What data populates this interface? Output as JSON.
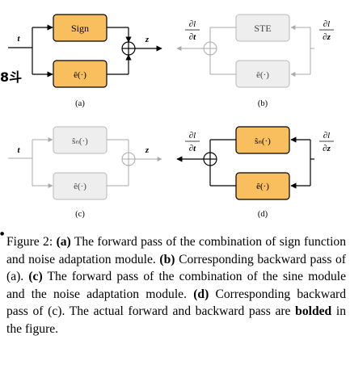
{
  "figure": {
    "panels": {
      "a": {
        "label": "(a)",
        "top_box": "Sign",
        "bottom_box": "ê(·)",
        "input_var": "t",
        "output_var": "z"
      },
      "b": {
        "label": "(b)",
        "top_box": "STE",
        "bottom_box": "ê(·)",
        "grad_left_num": "∂l",
        "grad_left_den": "∂t",
        "grad_right_num": "∂l",
        "grad_right_den": "∂z"
      },
      "c": {
        "label": "(c)",
        "top_box": "ŝₙ(·)",
        "bottom_box": "ê(·)",
        "input_var": "t",
        "output_var": "z"
      },
      "d": {
        "label": "(d)",
        "top_box": "ŝₙ(·)",
        "bottom_box": "ê(·)",
        "grad_left_num": "∂l",
        "grad_left_den": "∂t",
        "grad_right_num": "∂l",
        "grad_right_den": "∂z"
      }
    },
    "colors": {
      "active_fill": "#f9bf5e",
      "inactive_fill": "#eeeeee",
      "inactive_stroke": "#b8b8b8"
    }
  },
  "caption": {
    "figure_label": "Figure 2:",
    "a_tag": "(a)",
    "a_text": " The forward pass of the combination of sign function and noise adaptation module. ",
    "b_tag": "(b)",
    "b_text": " Corresponding backward pass of (a). ",
    "c_tag": "(c)",
    "c_text": " The forward pass of the combination of the sine module and the noise adaptation module. ",
    "d_tag": "(d)",
    "d_text": " Corresponding backward pass of (c). The actual forward and backward pass are ",
    "bolded_word": "bolded",
    "end_text": " in the figure."
  },
  "margin": {
    "left_glyph": "8斗",
    "bullet_glyph": "●"
  }
}
